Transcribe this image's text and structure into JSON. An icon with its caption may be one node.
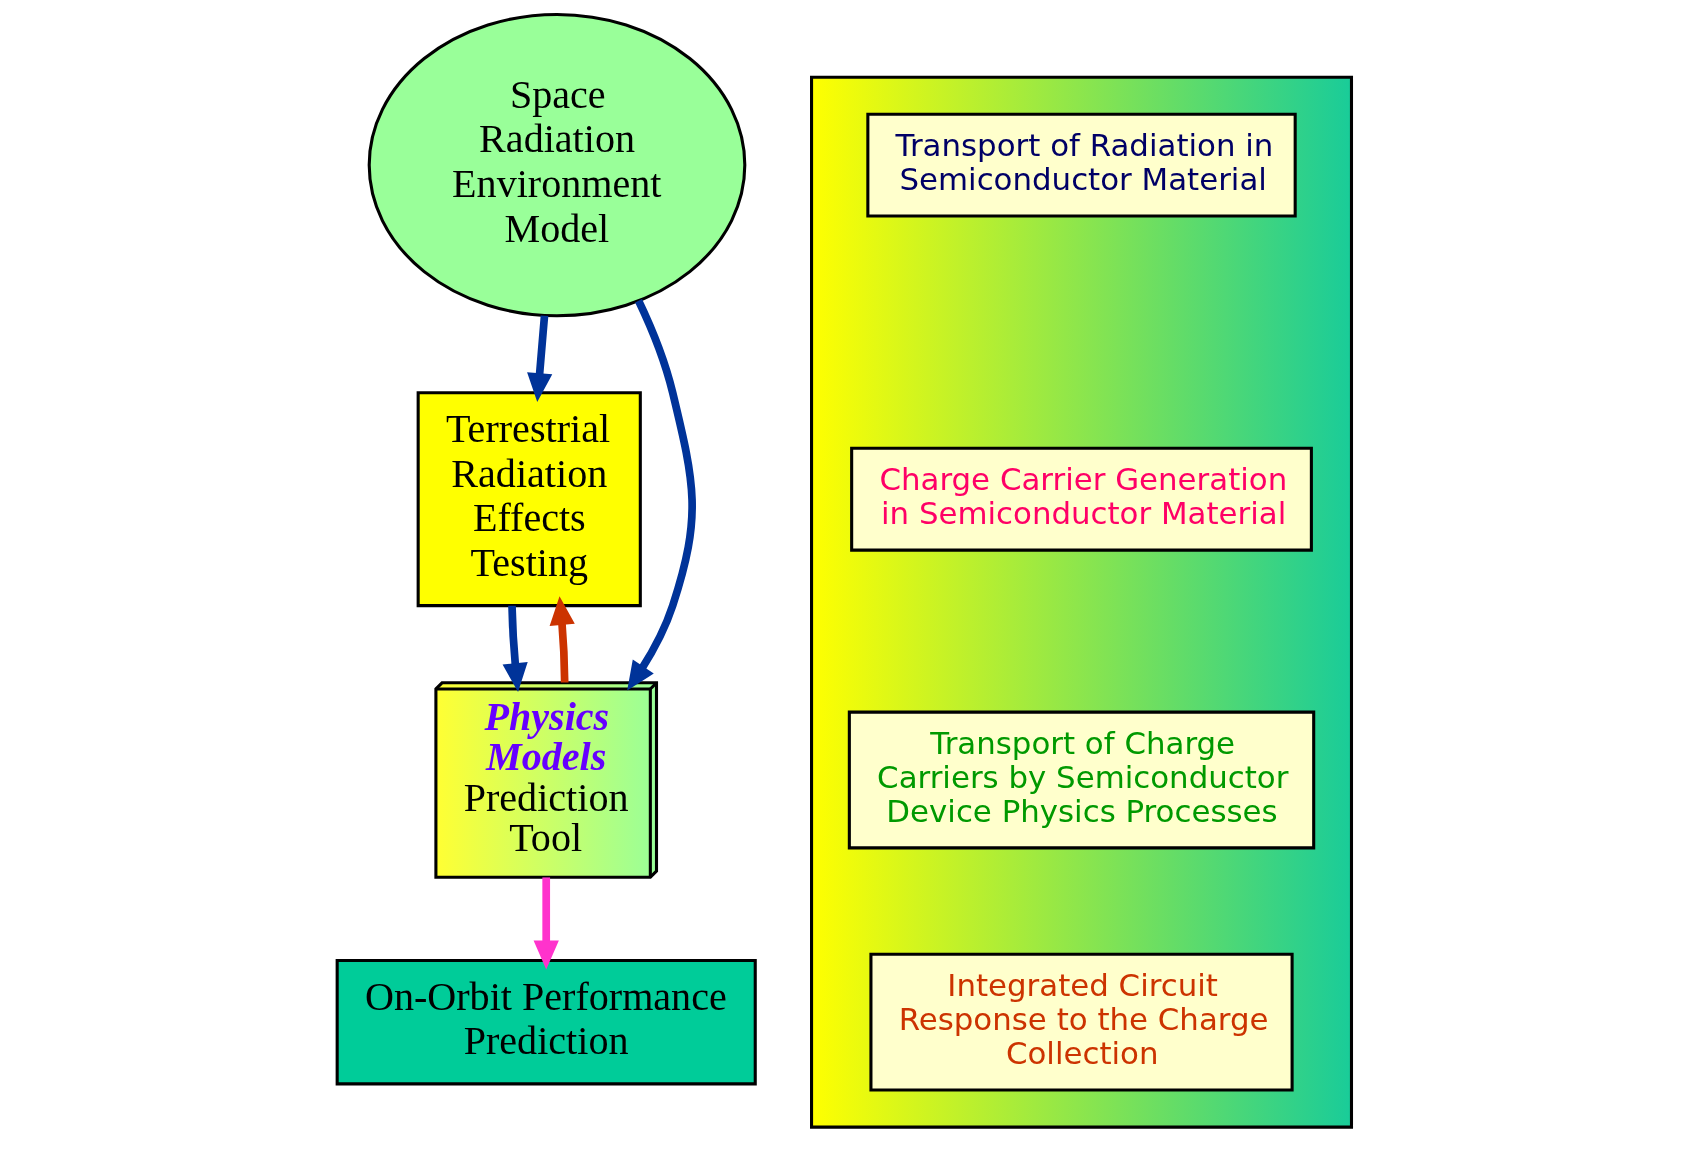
{
  "diagram": {
    "nodes": [
      {
        "text": [
          "Space Radiation Environment Model"
        ]
      },
      {
        "text": [
          "Terrestrial Radiation Effects Testing"
        ]
      },
      {
        "text": [
          "Physics Models",
          "Prediction Tool"
        ]
      },
      {
        "text": [
          "On-Orbit Performance Prediction"
        ]
      },
      {
        "text": [],
        "shape": "box"
      },
      {
        "text": [
          "Transport of Radiation in Semiconductor Material"
        ],
        "in": 4
      },
      {
        "text": [
          "Charge Carrier Generation in Semiconductor Material"
        ],
        "in": 4
      },
      {
        "text": [
          "Transport of Charge Carriers by Semiconductor Device Physics Processes"
        ],
        "in": 4
      },
      {
        "text": [
          "Integrated Circuit Response to the Charge Collection"
        ],
        "in": 4
      }
    ],
    "edges": [
      {
        "from": 0,
        "to": 1,
        "arrow": "to"
      },
      {
        "from": 0,
        "to": 2,
        "arrow": "to"
      },
      {
        "from": 1,
        "to": 2,
        "arrow": "to"
      },
      {
        "from": 2,
        "to": 1,
        "arrow": "to",
        "color": "#cc3300"
      },
      {
        "from": 2,
        "to": 3,
        "arrow": "to",
        "color": "#ff33cc"
      }
    ]
  }
}
